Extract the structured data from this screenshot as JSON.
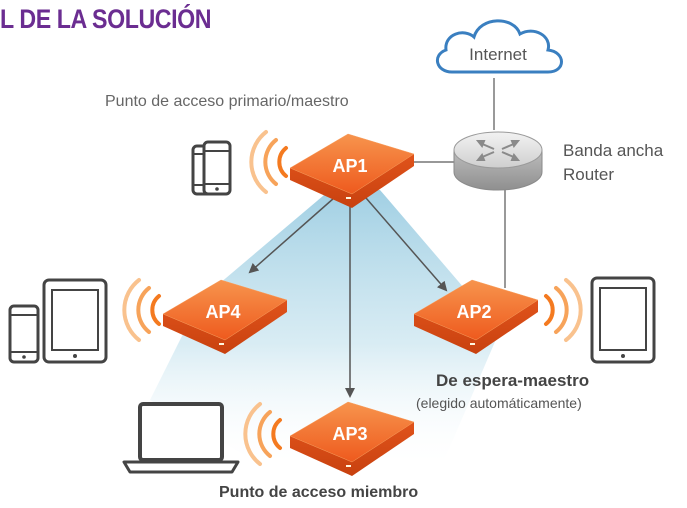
{
  "title": "L DE LA SOLUCIÓN",
  "labels": {
    "primary": "Punto de acceso primario/maestro",
    "internet": "Internet",
    "router_line1": "Banda ancha",
    "router_line2": "Router",
    "standby_title": "De espera-maestro",
    "standby_subtitle": "(elegido automáticamente)",
    "member": "Punto de acceso miembro"
  },
  "access_points": [
    {
      "id": "AP1"
    },
    {
      "id": "AP2"
    },
    {
      "id": "AP3"
    },
    {
      "id": "AP4"
    }
  ],
  "colors": {
    "title": "#6b2d91",
    "ap_orange": "#f26a25",
    "cloud_stroke": "#3a7fc0",
    "beam": "#a9d3e6"
  }
}
